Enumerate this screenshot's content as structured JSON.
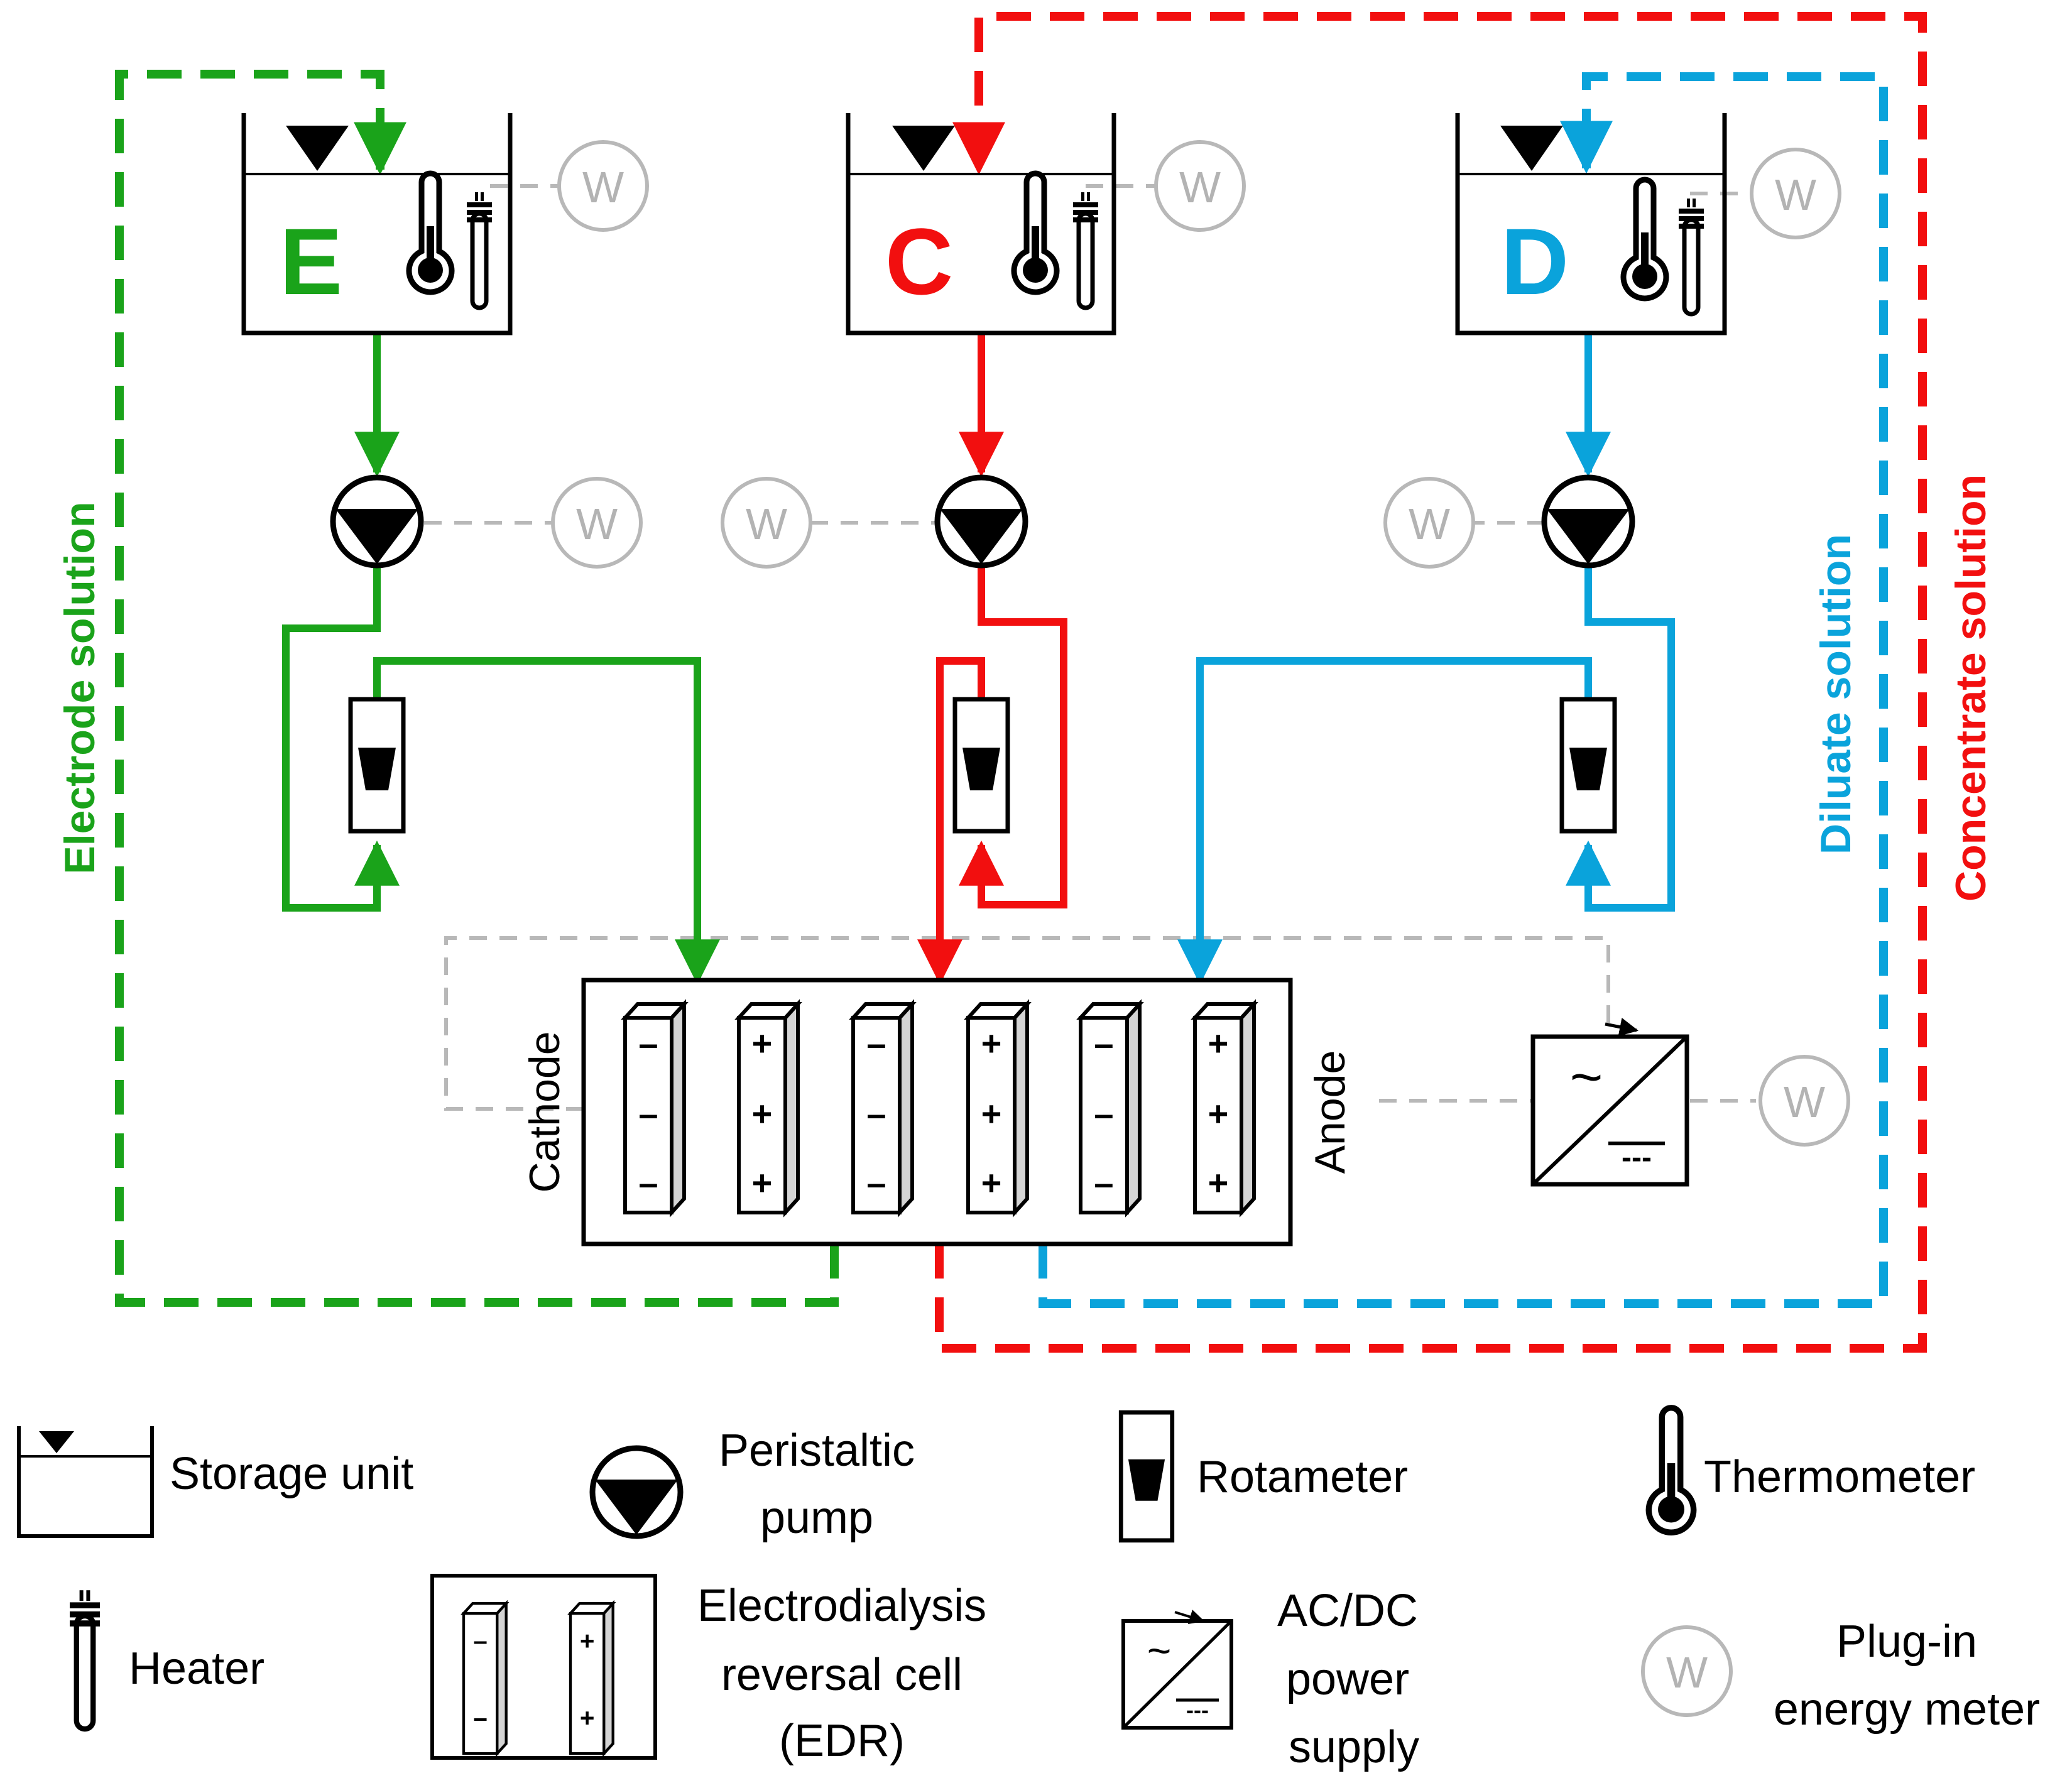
{
  "colors": {
    "electrode": "#1aa31a",
    "concentrate": "#f20f0f",
    "diluate": "#0aa3db",
    "meter_gray": "#b8b8b8",
    "black": "#000000"
  },
  "tanks": {
    "electrode": {
      "letter": "E"
    },
    "concentrate": {
      "letter": "C"
    },
    "diluate": {
      "letter": "D"
    }
  },
  "loop_labels": {
    "electrode": "Electrode solution",
    "diluate": "Diluate solution",
    "concentrate": "Concentrate solution"
  },
  "cell": {
    "cathode_label": "Cathode",
    "anode_label": "Anode",
    "membrane_signs": [
      "–",
      "+",
      "–",
      "+",
      "–",
      "+"
    ]
  },
  "plugin_meter_symbol": "W",
  "power_supply": {
    "ac_symbol": "~",
    "dc_symbol": "---"
  },
  "legend": {
    "storage_unit": "Storage unit",
    "peristaltic_pump": [
      "Peristaltic",
      "pump"
    ],
    "rotameter": "Rotameter",
    "thermometer": "Thermometer",
    "heater": "Heater",
    "edr": [
      "Electrodialysis",
      "reversal cell",
      "(EDR)"
    ],
    "power_supply": [
      "AC/DC",
      "power",
      "supply"
    ],
    "energy_meter": [
      "Plug-in",
      "energy meter"
    ]
  },
  "icons": [
    "storage-tank-icon",
    "pump-icon",
    "rotameter-icon",
    "thermometer-icon",
    "heater-icon",
    "edr-cell-icon",
    "power-supply-icon",
    "energy-meter-icon"
  ]
}
